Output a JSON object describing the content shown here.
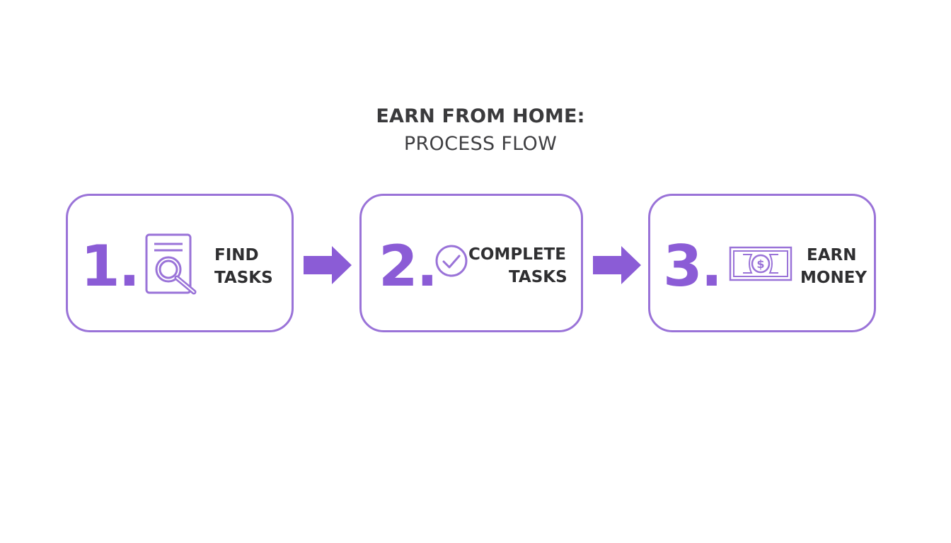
{
  "title": "EARN FROM HOME:",
  "subtitle": "PROCESS FLOW",
  "colors": {
    "accent": "#8b5cd6",
    "box_border": "#9a73d8",
    "text": "#2f2f31"
  },
  "steps": [
    {
      "number": "1.",
      "label_line1": "FIND",
      "label_line2": "TASKS",
      "icon": "document-search-icon"
    },
    {
      "number": "2.",
      "label_line1": "COMPLETE",
      "label_line2": "TASKS",
      "icon": "checkmark-circle-icon"
    },
    {
      "number": "3.",
      "label_line1": "EARN",
      "label_line2": "MONEY",
      "icon": "dollar-bill-icon"
    }
  ]
}
